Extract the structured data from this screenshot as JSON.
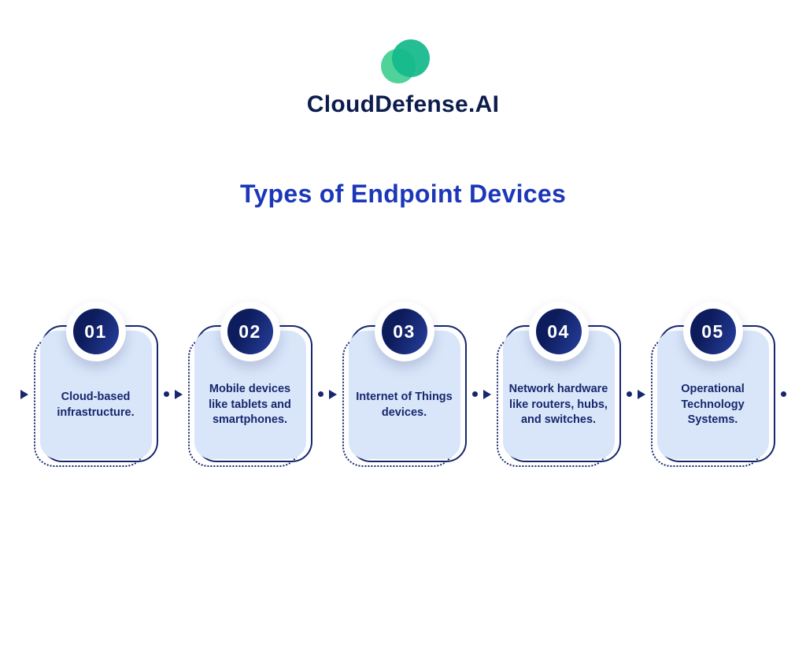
{
  "brand": {
    "name": "CloudDefense.AI"
  },
  "title": "Types of Endpoint Devices",
  "steps": [
    {
      "number": "01",
      "text": "Cloud-based infrastructure."
    },
    {
      "number": "02",
      "text": "Mobile devices like tablets and smartphones."
    },
    {
      "number": "03",
      "text": "Internet of Things devices."
    },
    {
      "number": "04",
      "text": "Network hardware like routers, hubs, and switches."
    },
    {
      "number": "05",
      "text": "Operational Technology Systems."
    }
  ],
  "colors": {
    "navy": "#16276d",
    "card_fill": "#d9e6fa",
    "title_blue": "#1c38b9",
    "logo_green_light": "#4fd39a",
    "logo_green_dark": "#12b88b"
  }
}
